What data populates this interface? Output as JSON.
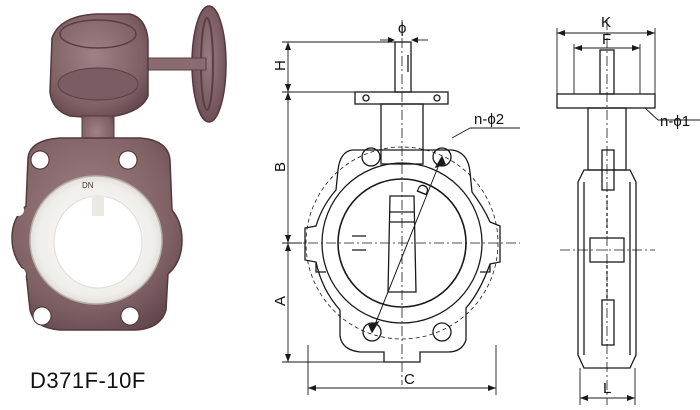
{
  "model_label": "D371F-10F",
  "dimension_labels": {
    "H": "H",
    "B": "B",
    "A": "A",
    "C": "C",
    "D": "D",
    "K": "K",
    "F": "F",
    "L": "L",
    "phi": "ϕ",
    "n_phi_2": "n-ϕ2",
    "n_phi_1": "n-ϕ1"
  },
  "colors": {
    "valve_body": "#8a6a6e",
    "valve_body_dark": "#6a4c52",
    "lining": "#f4f2ef",
    "line": "#1a1a1a"
  }
}
